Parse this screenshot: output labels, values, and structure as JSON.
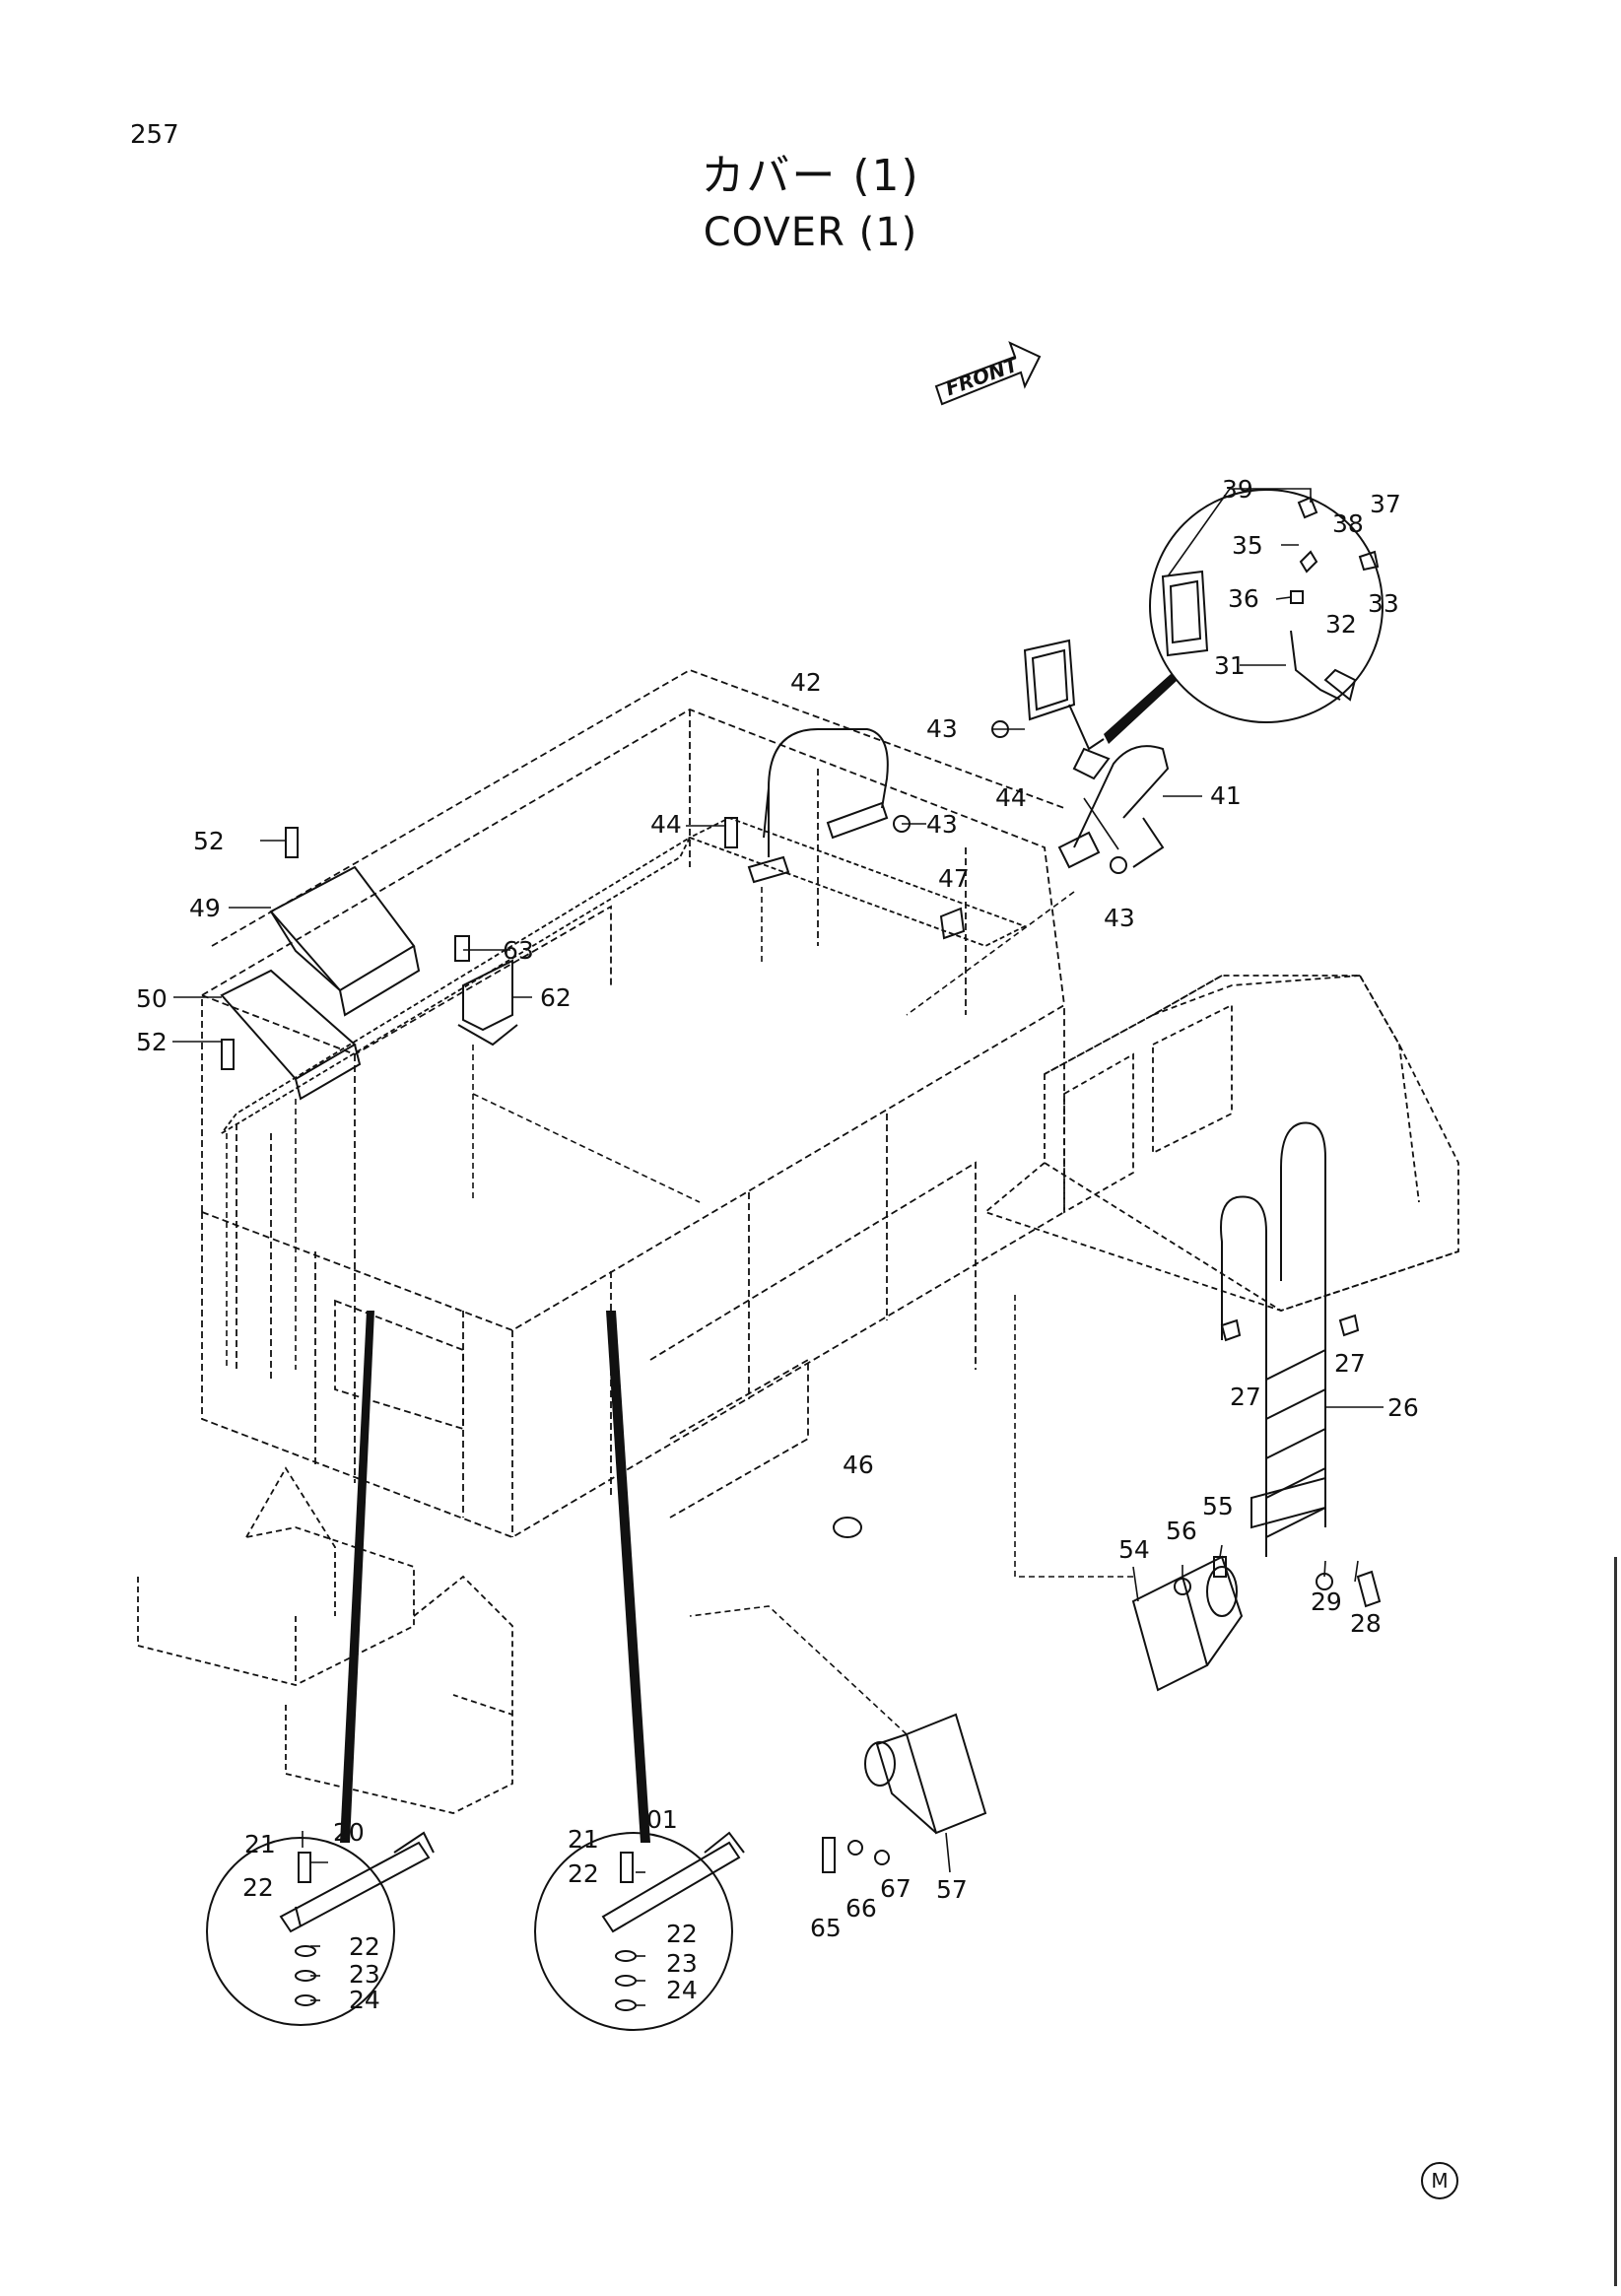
{
  "page_number": "257",
  "title": {
    "japanese": "カバー (1)",
    "english": "COVER (1)"
  },
  "front_indicator": "FRONT",
  "corner_mark": "M",
  "colors": {
    "ink": "#111111",
    "background": "#ffffff"
  },
  "callouts": [
    {
      "id": "c39",
      "text": "39"
    },
    {
      "id": "c38",
      "text": "38"
    },
    {
      "id": "c37",
      "text": "37"
    },
    {
      "id": "c35",
      "text": "35"
    },
    {
      "id": "c36",
      "text": "36"
    },
    {
      "id": "c33",
      "text": "33"
    },
    {
      "id": "c32",
      "text": "32"
    },
    {
      "id": "c31",
      "text": "31"
    },
    {
      "id": "c42",
      "text": "42"
    },
    {
      "id": "c43a",
      "text": "43"
    },
    {
      "id": "c43b",
      "text": "43"
    },
    {
      "id": "c43c",
      "text": "43"
    },
    {
      "id": "c44a",
      "text": "44"
    },
    {
      "id": "c44b",
      "text": "44"
    },
    {
      "id": "c41",
      "text": "41"
    },
    {
      "id": "c47",
      "text": "47"
    },
    {
      "id": "c52a",
      "text": "52"
    },
    {
      "id": "c49",
      "text": "49"
    },
    {
      "id": "c63",
      "text": "63"
    },
    {
      "id": "c62",
      "text": "62"
    },
    {
      "id": "c50",
      "text": "50"
    },
    {
      "id": "c52b",
      "text": "52"
    },
    {
      "id": "c27a",
      "text": "27"
    },
    {
      "id": "c27b",
      "text": "27"
    },
    {
      "id": "c26",
      "text": "26"
    },
    {
      "id": "c46",
      "text": "46"
    },
    {
      "id": "c56",
      "text": "56"
    },
    {
      "id": "c55",
      "text": "55"
    },
    {
      "id": "c54",
      "text": "54"
    },
    {
      "id": "c29",
      "text": "29"
    },
    {
      "id": "c28",
      "text": "28"
    },
    {
      "id": "c21a",
      "text": "21"
    },
    {
      "id": "c20",
      "text": "20"
    },
    {
      "id": "c22a",
      "text": "22"
    },
    {
      "id": "c22b",
      "text": "22"
    },
    {
      "id": "c23a",
      "text": "23"
    },
    {
      "id": "c24a",
      "text": "24"
    },
    {
      "id": "c21b",
      "text": "21"
    },
    {
      "id": "c01",
      "text": "01"
    },
    {
      "id": "c22c",
      "text": "22"
    },
    {
      "id": "c22d",
      "text": "22"
    },
    {
      "id": "c23b",
      "text": "23"
    },
    {
      "id": "c24b",
      "text": "24"
    },
    {
      "id": "c65",
      "text": "65"
    },
    {
      "id": "c66",
      "text": "66"
    },
    {
      "id": "c67",
      "text": "67"
    },
    {
      "id": "c57",
      "text": "57"
    }
  ]
}
